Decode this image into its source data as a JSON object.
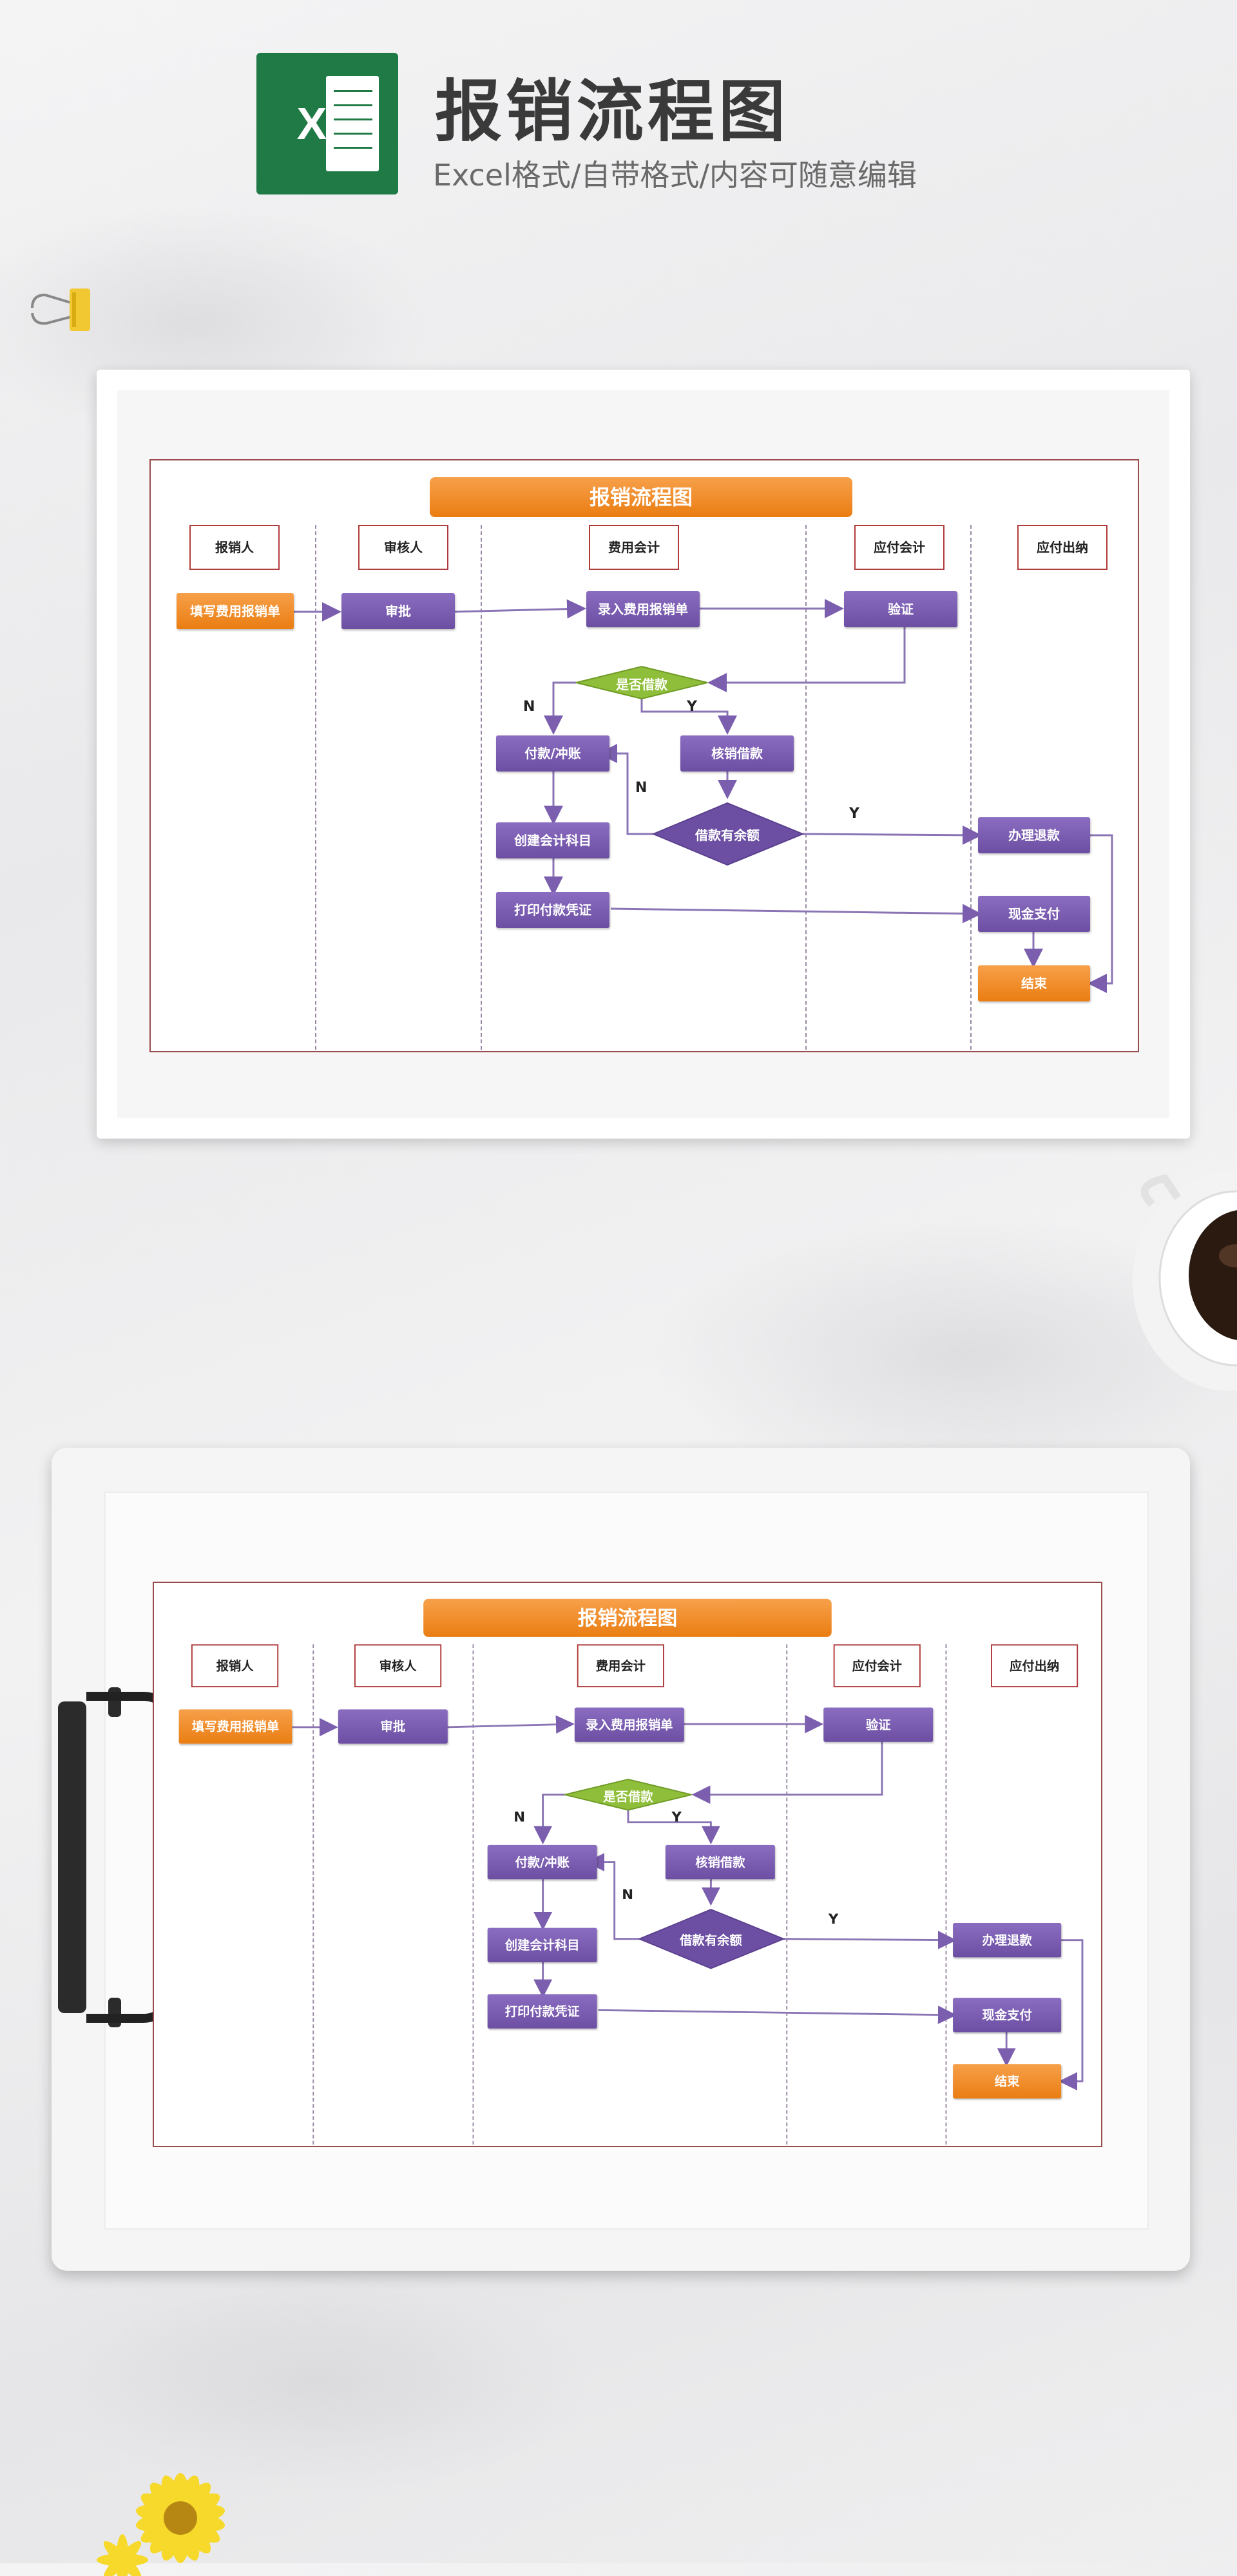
{
  "header": {
    "title": "报销流程图",
    "subtitle": "Excel格式/自带格式/内容可随意编辑",
    "logo_letter": "X"
  },
  "flowchart": {
    "title": "报销流程图",
    "lanes": [
      "报销人",
      "审核人",
      "费用会计",
      "应付会计",
      "应付出纳"
    ],
    "steps": {
      "fill_form": "填写费用报销单",
      "approve": "审批",
      "enter_form": "录入费用报销单",
      "verify": "验证",
      "is_loan": "是否借款",
      "pay_offset": "付款/冲账",
      "writeoff_loan": "核销借款",
      "loan_balance": "借款有余额",
      "create_account": "创建会计科目",
      "print_voucher": "打印付款凭证",
      "refund": "办理退款",
      "cash_pay": "现金支付",
      "end": "结束"
    },
    "branch_labels": {
      "no": "N",
      "yes": "Y"
    }
  },
  "colors": {
    "orange": "#ea7d12",
    "purple": "#6c4fa3",
    "green": "#8fbf3a",
    "excel_green": "#1f7a45",
    "border_red": "#b03b3b"
  }
}
